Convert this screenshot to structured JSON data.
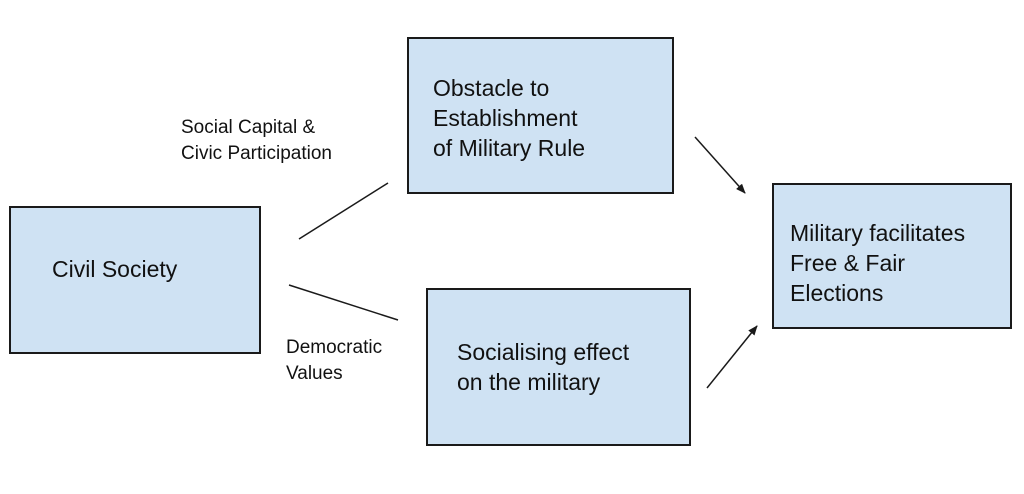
{
  "nodes": {
    "civil_society": {
      "label": "Civil Society"
    },
    "obstacle": {
      "label": "Obstacle to\nEstablishment\nof Military Rule"
    },
    "socialising": {
      "label": "Socialising effect\non the military"
    },
    "outcome": {
      "label": "Military facilitates\nFree & Fair\nElections"
    }
  },
  "edge_labels": {
    "social_capital": "Social Capital &\nCivic Participation",
    "democratic_values": "Democratic\nValues"
  },
  "colors": {
    "box_fill": "#cfe2f3",
    "box_border": "#1a1a1a",
    "line": "#1a1a1a"
  }
}
